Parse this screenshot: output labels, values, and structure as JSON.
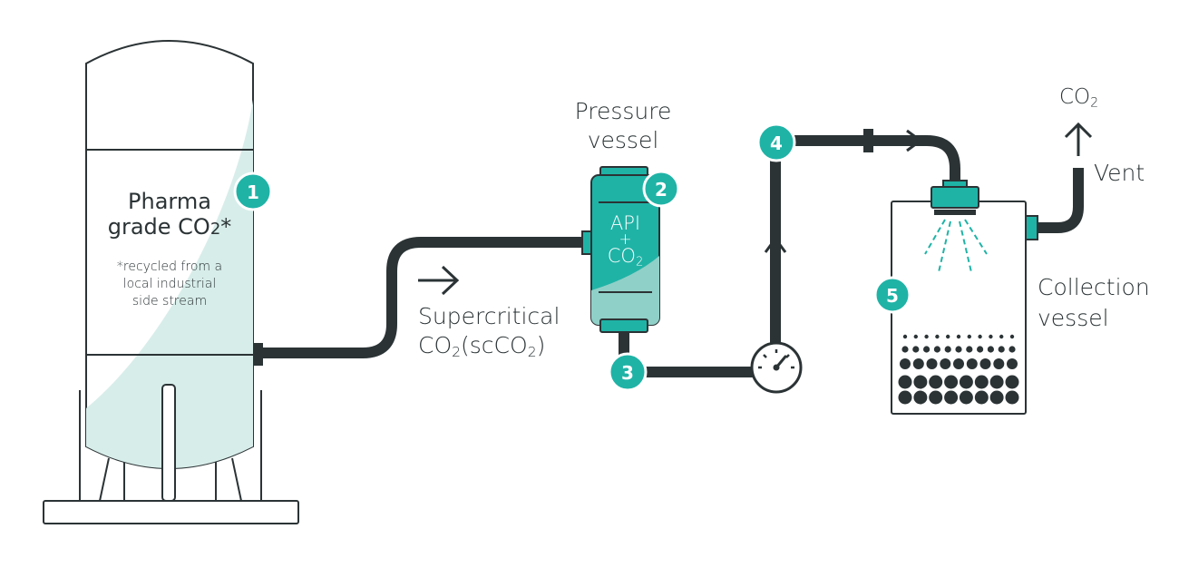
{
  "colors": {
    "teal": "#1fb3a6",
    "teal_dark": "#159a8e",
    "tank_fill": "#d7ede9",
    "pipe": "#2b3335",
    "outline": "#2b3335"
  },
  "storage_tank": {
    "label_line1": "Pharma",
    "label_line2": "grade CO",
    "label_sub": "2",
    "label_suffix": "*",
    "note_line1": "*recycled from a",
    "note_line2": "local industrial",
    "note_line3": "side stream"
  },
  "flow": {
    "label_line1": "Supercritical",
    "line2_prefix": "CO",
    "line2_sub": "2",
    "line2_mid": "(scCO",
    "line2_sub2": "2",
    "line2_end": ")"
  },
  "pressure_vessel": {
    "title_line1": "Pressure",
    "title_line2": "vessel",
    "content_line1": "API",
    "content_plus": "+",
    "content_co": "CO",
    "content_sub": "2"
  },
  "collection_vessel": {
    "label_line1": "Collection",
    "label_line2": "vessel"
  },
  "vent": {
    "co": "CO",
    "sub": "2",
    "label": "Vent"
  },
  "steps": [
    "1",
    "2",
    "3",
    "4",
    "5"
  ],
  "icons": [
    "flow-arrow-icon",
    "pressure-gauge-icon",
    "vent-arrow-icon",
    "spray-nozzle-icon"
  ]
}
